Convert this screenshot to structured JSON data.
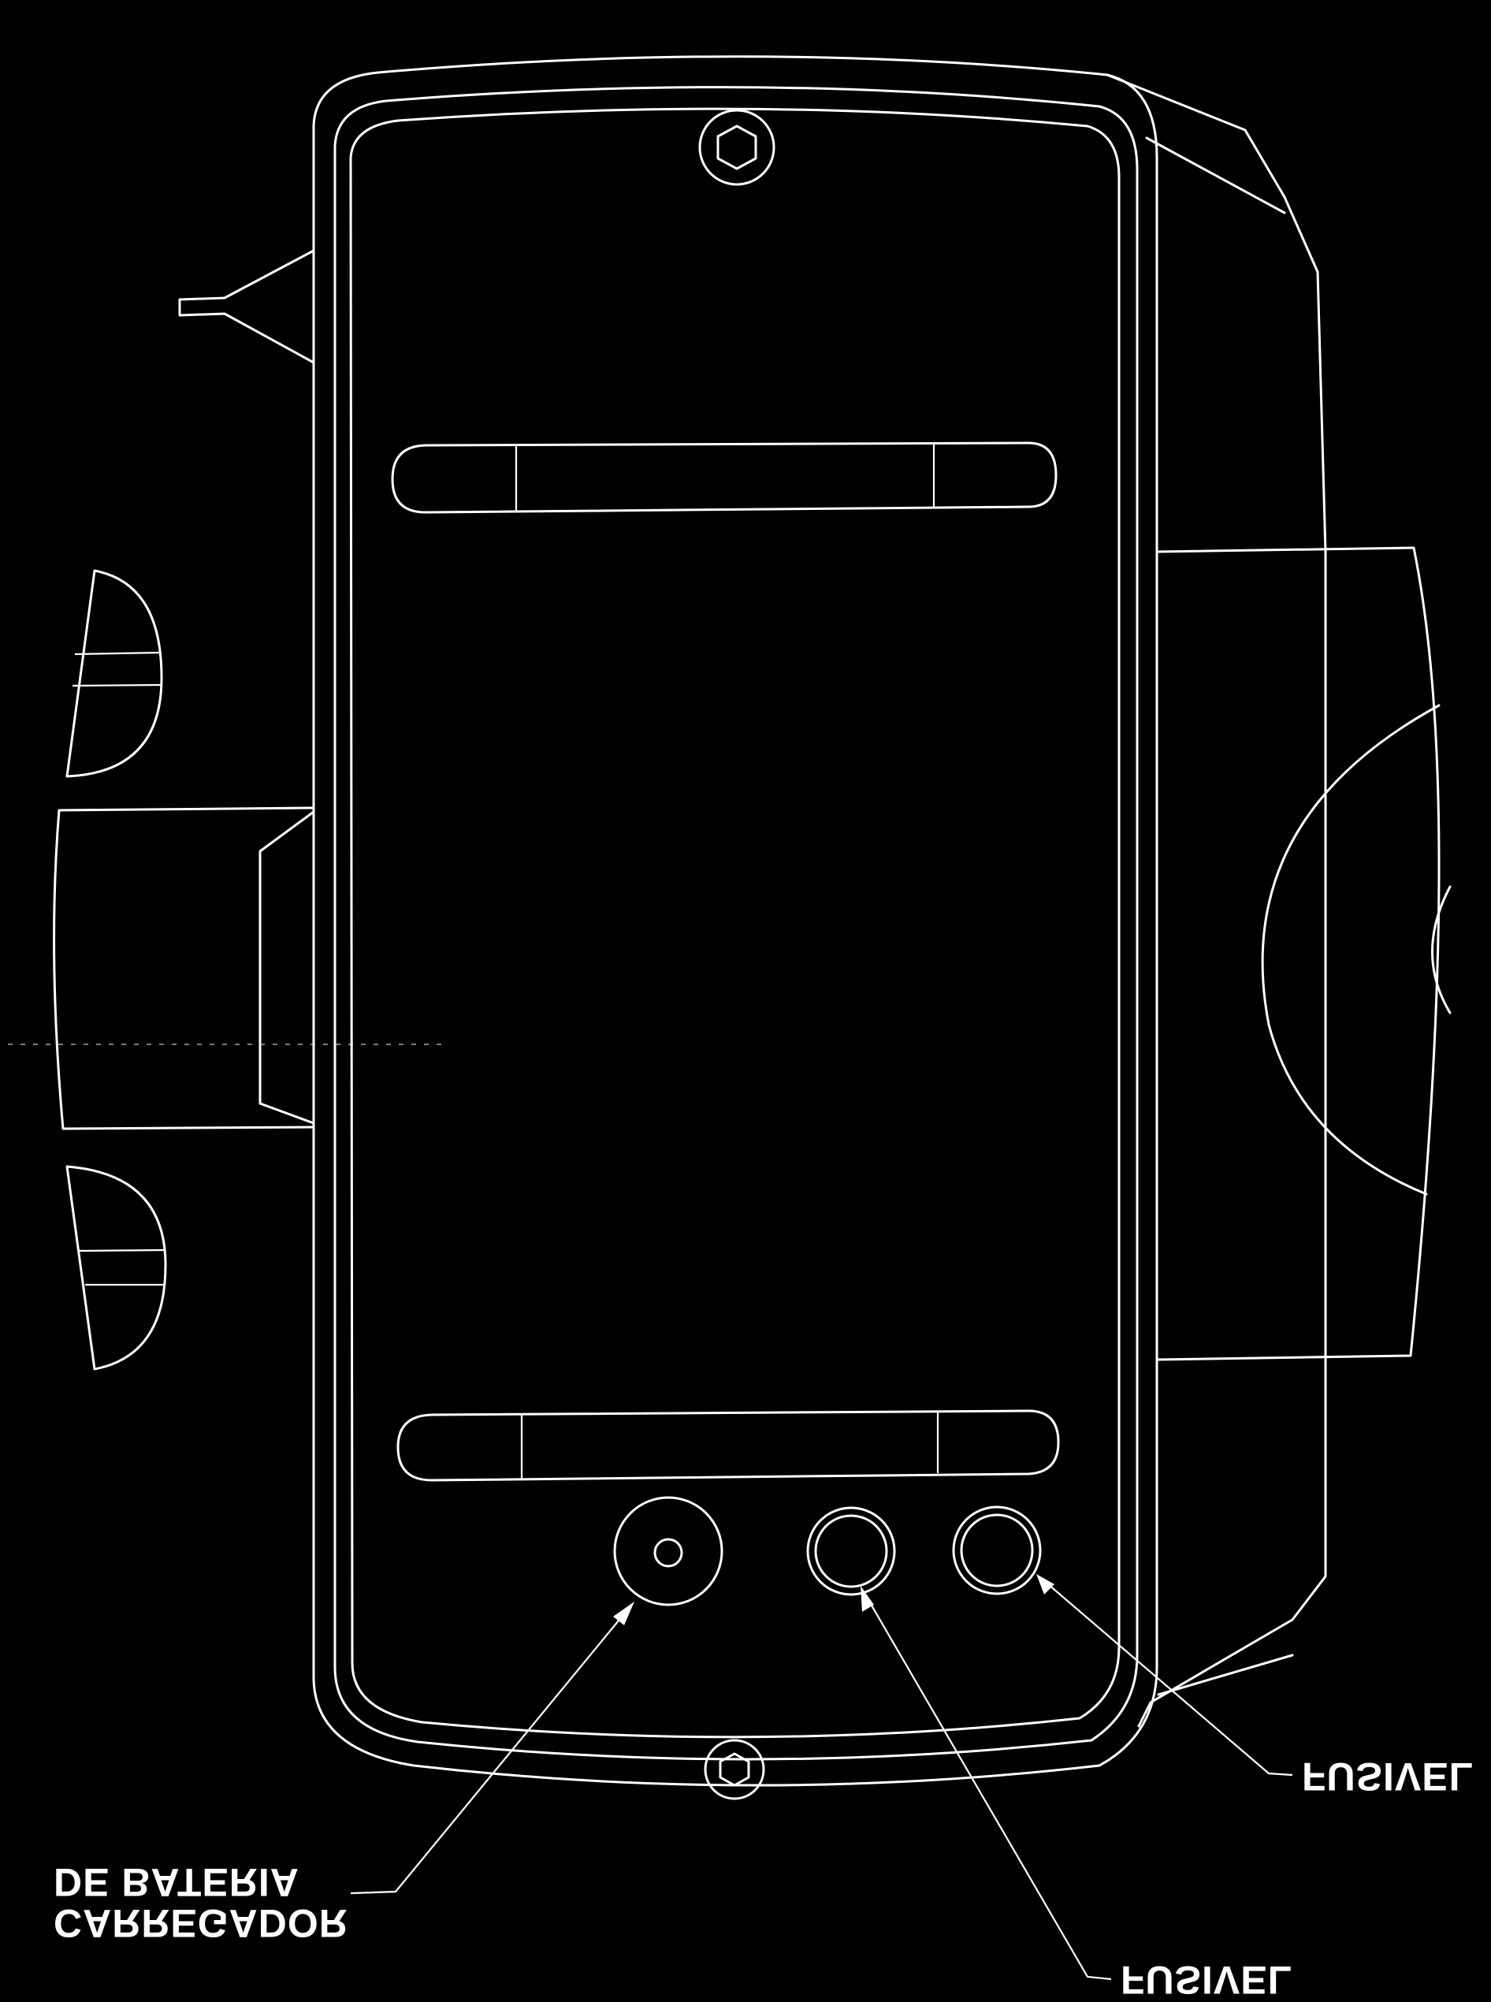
{
  "labels": {
    "carregador_line1": "CARREGADOR",
    "carregador_line2": "DE BATERIA",
    "fusivel_1": "FUSIVEL",
    "fusivel_2": "FUSIVEL"
  },
  "colors": {
    "background": "#000000",
    "line": "#ffffff"
  }
}
